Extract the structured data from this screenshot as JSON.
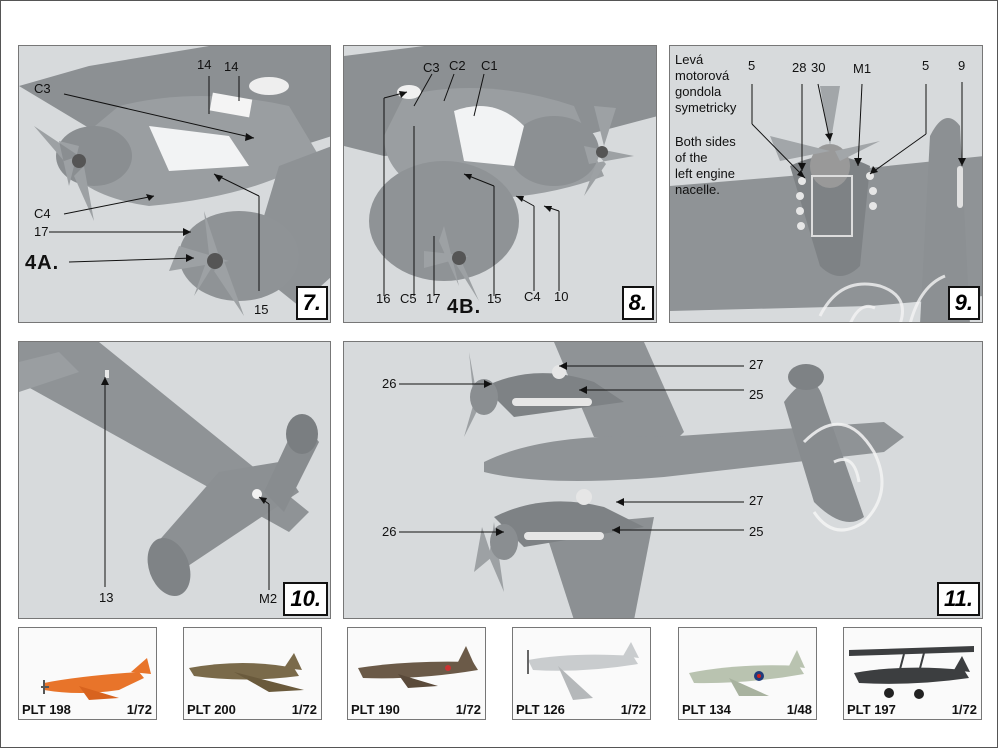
{
  "panels": {
    "p7": {
      "step": "7.",
      "subassembly": "4A.",
      "callouts": [
        "14",
        "14",
        "C3",
        "C4",
        "17",
        "15"
      ]
    },
    "p8": {
      "step": "8.",
      "subassembly": "4B.",
      "callouts": [
        "C3",
        "C2",
        "C1",
        "16",
        "C5",
        "17",
        "15",
        "C4",
        "10"
      ]
    },
    "p9": {
      "step": "9.",
      "note_cz": [
        "Levá",
        "motorová",
        "gondola",
        "symetricky"
      ],
      "note_en": [
        "Both sides",
        "of the",
        "left engine",
        "nacelle."
      ],
      "callouts": [
        "5",
        "28",
        "30",
        "M1",
        "5",
        "9"
      ]
    },
    "p10": {
      "step": "10.",
      "callouts": [
        "13",
        "M2"
      ]
    },
    "p11": {
      "step": "11.",
      "callouts": [
        "27",
        "26",
        "25",
        "27",
        "26",
        "25"
      ]
    }
  },
  "products": [
    {
      "code": "PLT 198",
      "scale": "1/72",
      "livery": "#e8742a"
    },
    {
      "code": "PLT 200",
      "scale": "1/72",
      "livery": "#7a6a4a"
    },
    {
      "code": "PLT 190",
      "scale": "1/72",
      "livery": "#6b5a48"
    },
    {
      "code": "PLT 126",
      "scale": "1/72",
      "livery": "#c9ccce"
    },
    {
      "code": "PLT 134",
      "scale": "1/48",
      "livery": "#b9c3b0"
    },
    {
      "code": "PLT 197",
      "scale": "1/72",
      "livery": "#3c3e40"
    }
  ]
}
